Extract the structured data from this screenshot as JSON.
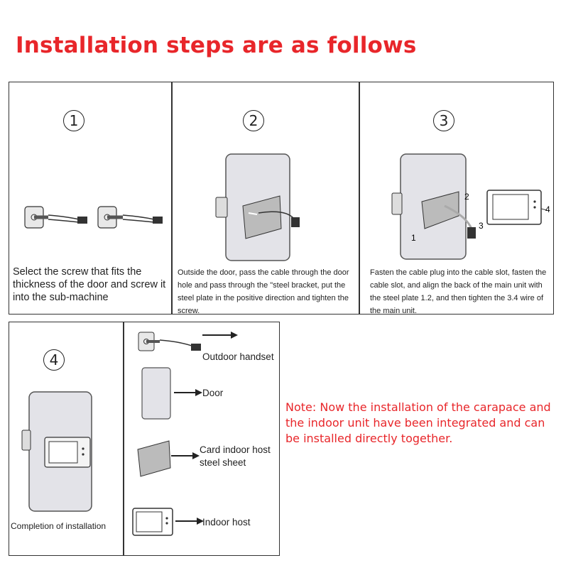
{
  "title": "Installation steps are as follows",
  "steps": [
    {
      "number": "1",
      "text": "Select the screw that fits the thickness of the door and screw it into the sub-machine"
    },
    {
      "number": "2",
      "text": "Outside the door, pass the cable through the door hole and pass through the \"steel bracket, put the steel plate in the positive direction and tighten the screw."
    },
    {
      "number": "3",
      "text": "Fasten the cable plug into the cable slot, fasten the cable slot, and align the back of the main unit with the steel plate 1.2, and then tighten the 3.4 wire of the main unit.",
      "callouts": [
        "1",
        "2",
        "3",
        "4"
      ]
    },
    {
      "number": "4",
      "text": "Completion of installation"
    }
  ],
  "legend": [
    {
      "label": "Outdoor handset"
    },
    {
      "label": "Door"
    },
    {
      "label": "Card indoor host steel sheet"
    },
    {
      "label": "Indoor host"
    }
  ],
  "note": "Note: Now the installation of the carapace and the indoor unit have been integrated and can be installed directly together."
}
